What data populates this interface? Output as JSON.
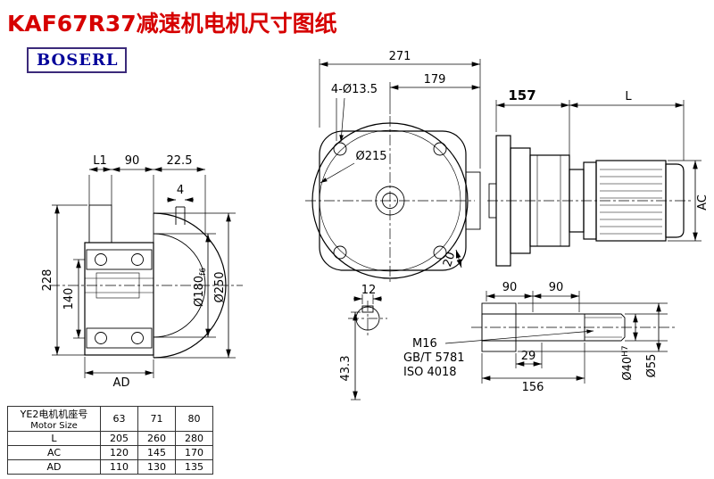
{
  "title": "KAF67R37减速机电机尺寸图纸",
  "brand": "BOSERL",
  "front_view": {
    "dim_271": "271",
    "dim_179": "179",
    "holes": "4-Ø13.5",
    "flange_dia": "Ø215",
    "dim_20": "20"
  },
  "side_view": {
    "dim_157": "157",
    "dim_L": "L",
    "dim_AC": "AC"
  },
  "left_view": {
    "dim_L1": "L1",
    "dim_90": "90",
    "dim_22_5": "22.5",
    "dim_4": "4",
    "dim_228": "228",
    "dim_140": "140",
    "dim_AD": "AD",
    "dim_180": "Ø180",
    "dim_180_tol": "f6",
    "dim_250": "Ø250"
  },
  "shaft_section": {
    "dim_12": "12",
    "dim_43_3": "43.3"
  },
  "shaft_detail": {
    "dim_90a": "90",
    "dim_90b": "90",
    "thread": "M16",
    "std_gbt": "GB/T 5781",
    "std_iso": "ISO 4018",
    "dim_29": "29",
    "dim_156": "156",
    "dim_40": "Ø40",
    "dim_40_tol": "H7",
    "dim_55": "Ø55"
  },
  "table": {
    "header": {
      "label_cn": "YE2电机机座号",
      "label_en": "Motor Size",
      "sizes": [
        "63",
        "71",
        "80"
      ]
    },
    "rows": [
      {
        "name": "L",
        "values": [
          "205",
          "260",
          "280"
        ]
      },
      {
        "name": "AC",
        "values": [
          "120",
          "145",
          "170"
        ]
      },
      {
        "name": "AD",
        "values": [
          "110",
          "130",
          "135"
        ]
      }
    ]
  }
}
